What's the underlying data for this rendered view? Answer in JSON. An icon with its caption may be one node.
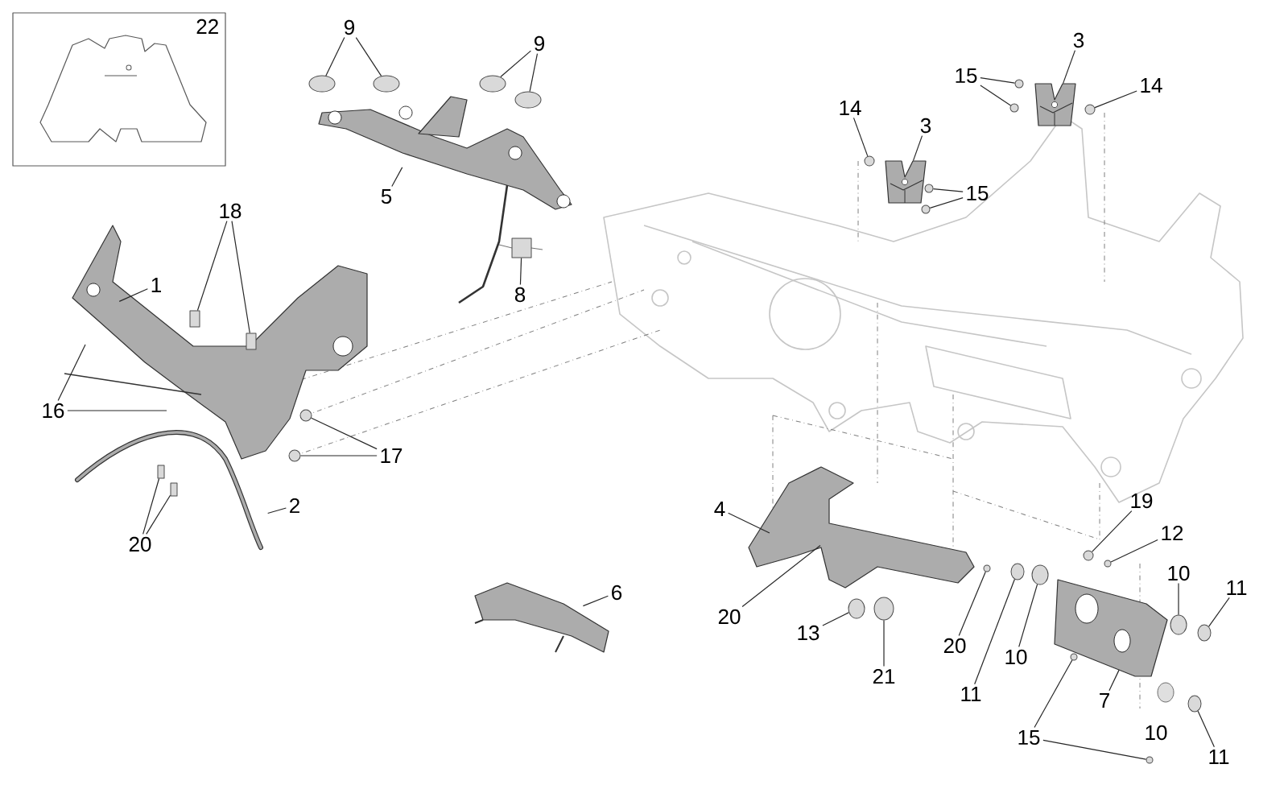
{
  "diagram": {
    "nodes": [
      {
        "text": [
          "22"
        ]
      },
      {
        "text": [
          "9"
        ]
      },
      {
        "text": [
          "9"
        ]
      },
      {
        "text": [
          "5"
        ]
      },
      {
        "text": [
          "18"
        ]
      },
      {
        "text": [
          "1"
        ]
      },
      {
        "text": [
          "8"
        ]
      },
      {
        "text": [
          "16"
        ]
      },
      {
        "text": [
          "17"
        ]
      },
      {
        "text": [
          "2"
        ]
      },
      {
        "text": [
          "20"
        ]
      },
      {
        "text": [
          "6"
        ]
      },
      {
        "text": [
          "3"
        ]
      },
      {
        "text": [
          "15"
        ]
      },
      {
        "text": [
          "14"
        ]
      },
      {
        "text": [
          "14"
        ]
      },
      {
        "text": [
          "3"
        ]
      },
      {
        "text": [
          "15"
        ]
      },
      {
        "text": [
          "4"
        ]
      },
      {
        "text": [
          "20"
        ]
      },
      {
        "text": [
          "13"
        ]
      },
      {
        "text": [
          "21"
        ]
      },
      {
        "text": [
          "20"
        ]
      },
      {
        "text": [
          "11"
        ]
      },
      {
        "text": [
          "10"
        ]
      },
      {
        "text": [
          "19"
        ]
      },
      {
        "text": [
          "12"
        ]
      },
      {
        "text": [
          "10"
        ]
      },
      {
        "text": [
          "11"
        ]
      },
      {
        "text": [
          "7"
        ]
      },
      {
        "text": [
          "15"
        ]
      },
      {
        "text": [
          "10"
        ]
      },
      {
        "text": [
          "11"
        ]
      },
      {
        "text": [],
        "shape": "circle"
      },
      {
        "text": [],
        "shape": "circle"
      },
      {
        "text": [],
        "shape": "circle"
      },
      {
        "text": [],
        "shape": "circle"
      },
      {
        "text": [],
        "shape": "box"
      },
      {
        "text": [],
        "shape": "box"
      },
      {
        "text": [],
        "shape": "box"
      },
      {
        "text": [],
        "shape": "circle"
      },
      {
        "text": [],
        "shape": "circle"
      },
      {
        "text": [],
        "shape": "box"
      },
      {
        "text": [],
        "shape": "box"
      },
      {
        "text": [],
        "shape": "circle"
      },
      {
        "text": [],
        "shape": "circle"
      },
      {
        "text": [],
        "shape": "circle"
      },
      {
        "text": [],
        "shape": "circle"
      },
      {
        "text": [],
        "shape": "circle"
      },
      {
        "text": [],
        "shape": "circle"
      },
      {
        "text": [],
        "shape": "circle"
      },
      {
        "text": [],
        "shape": "circle"
      },
      {
        "text": [],
        "shape": "circle"
      },
      {
        "text": [],
        "shape": "circle"
      },
      {
        "text": [],
        "shape": "circle"
      },
      {
        "text": [],
        "shape": "circle"
      },
      {
        "text": [],
        "shape": "circle"
      },
      {
        "text": [],
        "shape": "circle"
      },
      {
        "text": [],
        "shape": "circle"
      },
      {
        "text": [],
        "shape": "circle"
      },
      {
        "text": [],
        "shape": "circle"
      },
      {
        "text": [],
        "shape": "circle"
      },
      {
        "text": [],
        "shape": "picture"
      },
      {
        "text": [],
        "shape": "picture"
      }
    ],
    "edges": [
      {
        "from": 1,
        "to": 33,
        "arrow": "none"
      },
      {
        "from": 1,
        "to": 34,
        "arrow": "none"
      },
      {
        "from": 2,
        "to": 35,
        "arrow": "none"
      },
      {
        "from": 2,
        "to": 36,
        "arrow": "none"
      },
      {
        "from": 3,
        "to": null,
        "arrow": "none"
      },
      {
        "from": 4,
        "to": 37,
        "arrow": "none"
      },
      {
        "from": 4,
        "to": 38,
        "arrow": "none"
      },
      {
        "from": 5,
        "to": null,
        "arrow": "none"
      },
      {
        "from": 6,
        "to": 39,
        "arrow": "none"
      },
      {
        "from": 7,
        "to": null,
        "arrow": "none"
      },
      {
        "from": 7,
        "to": null,
        "arrow": "none"
      },
      {
        "from": 8,
        "to": 40,
        "arrow": "none"
      },
      {
        "from": 8,
        "to": 41,
        "arrow": "none"
      },
      {
        "from": 9,
        "to": null,
        "arrow": "none"
      },
      {
        "from": 10,
        "to": 42,
        "arrow": "none"
      },
      {
        "from": 10,
        "to": 43,
        "arrow": "none"
      },
      {
        "from": 11,
        "to": null,
        "arrow": "none"
      },
      {
        "from": 12,
        "to": 62,
        "arrow": "none"
      },
      {
        "from": 13,
        "to": 44,
        "arrow": "none"
      },
      {
        "from": 13,
        "to": 45,
        "arrow": "none"
      },
      {
        "from": 14,
        "to": 46,
        "arrow": "none"
      },
      {
        "from": 15,
        "to": 47,
        "arrow": "none"
      },
      {
        "from": 16,
        "to": 63,
        "arrow": "none"
      },
      {
        "from": 17,
        "to": 48,
        "arrow": "none"
      },
      {
        "from": 17,
        "to": 49,
        "arrow": "none"
      },
      {
        "from": 18,
        "to": null,
        "arrow": "none"
      },
      {
        "from": 19,
        "to": null,
        "arrow": "none"
      },
      {
        "from": 20,
        "to": 50,
        "arrow": "none"
      },
      {
        "from": 21,
        "to": 51,
        "arrow": "none"
      },
      {
        "from": 22,
        "to": 52,
        "arrow": "none"
      },
      {
        "from": 23,
        "to": 53,
        "arrow": "none"
      },
      {
        "from": 24,
        "to": 54,
        "arrow": "none"
      },
      {
        "from": 25,
        "to": 55,
        "arrow": "none"
      },
      {
        "from": 26,
        "to": 56,
        "arrow": "none"
      },
      {
        "from": 27,
        "to": 57,
        "arrow": "none"
      },
      {
        "from": 28,
        "to": 58,
        "arrow": "none"
      },
      {
        "from": 29,
        "to": null,
        "arrow": "none"
      },
      {
        "from": 30,
        "to": 59,
        "arrow": "none"
      },
      {
        "from": 30,
        "to": 60,
        "arrow": "none"
      },
      {
        "from": 32,
        "to": 61,
        "arrow": "none"
      }
    ]
  }
}
